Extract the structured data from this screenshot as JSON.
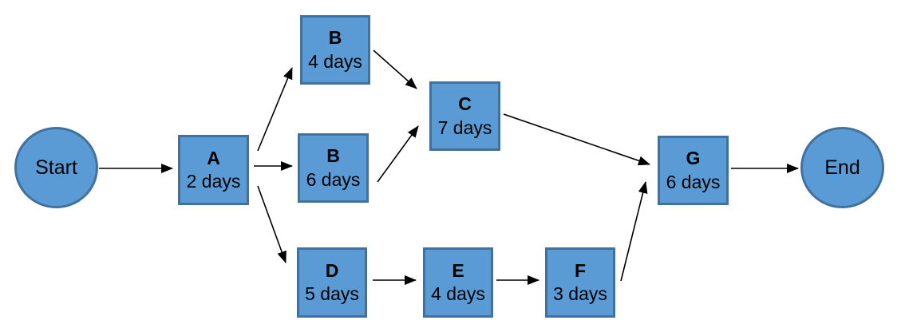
{
  "diagram": {
    "type": "network-diagram",
    "description": "Project activity network (PERT) diagram",
    "colors": {
      "node_fill": "#5B9BD5",
      "node_border": "#41719C",
      "arrow": "#000000",
      "text": "#000000",
      "background": "#FFFFFF"
    },
    "nodes": [
      {
        "id": "start",
        "shape": "circle",
        "label": "Start"
      },
      {
        "id": "A",
        "shape": "rect",
        "label": "A",
        "duration": "2 days"
      },
      {
        "id": "B-top",
        "shape": "rect",
        "label": "B",
        "duration": "4 days"
      },
      {
        "id": "B-mid",
        "shape": "rect",
        "label": "B",
        "duration": "6 days"
      },
      {
        "id": "C",
        "shape": "rect",
        "label": "C",
        "duration": "7 days"
      },
      {
        "id": "D",
        "shape": "rect",
        "label": "D",
        "duration": "5 days"
      },
      {
        "id": "E",
        "shape": "rect",
        "label": "E",
        "duration": "4 days"
      },
      {
        "id": "F",
        "shape": "rect",
        "label": "F",
        "duration": "3 days"
      },
      {
        "id": "G",
        "shape": "rect",
        "label": "G",
        "duration": "6 days"
      },
      {
        "id": "end",
        "shape": "circle",
        "label": "End"
      }
    ],
    "edges": [
      {
        "from": "Start",
        "to": "A"
      },
      {
        "from": "A",
        "to": "B (4 days)"
      },
      {
        "from": "A",
        "to": "B (6 days)"
      },
      {
        "from": "A",
        "to": "D"
      },
      {
        "from": "B (4 days)",
        "to": "C"
      },
      {
        "from": "B (6 days)",
        "to": "C"
      },
      {
        "from": "C",
        "to": "G"
      },
      {
        "from": "D",
        "to": "E"
      },
      {
        "from": "E",
        "to": "F"
      },
      {
        "from": "F",
        "to": "G"
      },
      {
        "from": "G",
        "to": "End"
      }
    ]
  }
}
